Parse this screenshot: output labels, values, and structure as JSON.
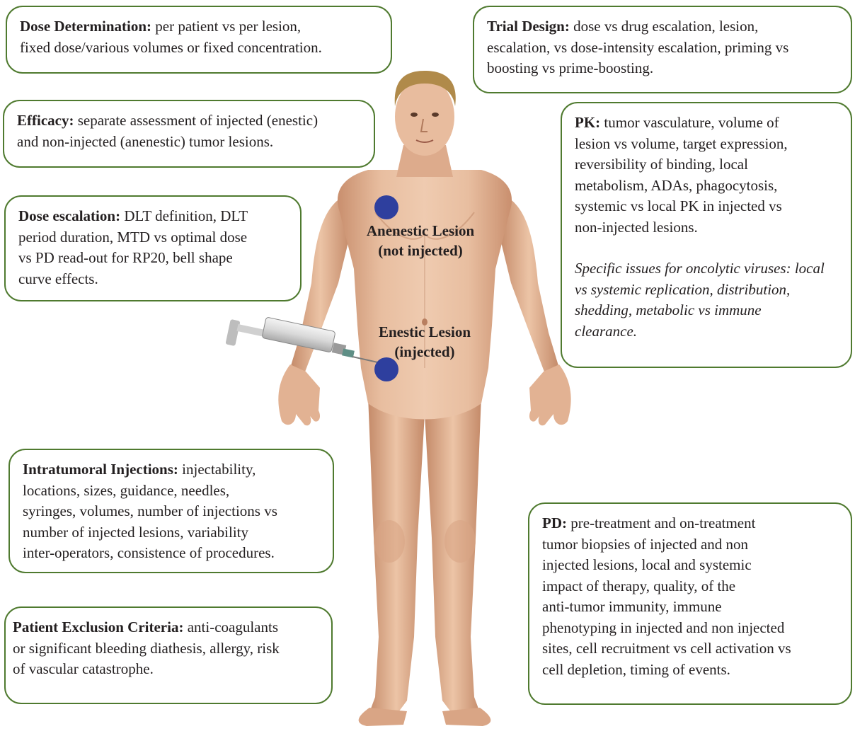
{
  "boxes": {
    "dose_determination": {
      "title": "Dose Determination:",
      "lines": [
        "per patient vs per lesion,",
        "fixed dose/various volumes or fixed concentration."
      ]
    },
    "efficacy": {
      "title": "Efficacy:",
      "lines": [
        "separate assessment of injected (enestic)",
        "and non-injected (anenestic) tumor lesions."
      ]
    },
    "dose_escalation": {
      "title": "Dose escalation:",
      "lines": [
        "DLT definition, DLT",
        "period duration, MTD vs optimal dose",
        "vs PD read-out for RP20, bell shape",
        "curve effects."
      ]
    },
    "intratumoral": {
      "title": "Intratumoral Injections:",
      "lines": [
        "injectability,",
        "locations, sizes, guidance, needles,",
        "syringes, volumes, number of injections vs",
        "number of injected lesions, variability",
        "inter-operators, consistence of procedures."
      ]
    },
    "exclusion": {
      "title": "Patient Exclusion Criteria:",
      "lines": [
        "anti-coagulants",
        "or significant bleeding diathesis, allergy, risk",
        "of vascular catastrophe."
      ]
    },
    "trial_design": {
      "title": "Trial Design:",
      "lines": [
        "dose vs drug escalation, lesion,",
        "escalation, vs dose-intensity escalation, priming vs",
        "boosting vs prime-boosting."
      ]
    },
    "pk": {
      "title": "PK:",
      "lines": [
        "tumor vasculature, volume of",
        "lesion vs volume, target expression,",
        "reversibility of binding, local",
        "metabolism, ADAs, phagocytosis,",
        "systemic vs local PK in injected vs",
        "non-injected lesions."
      ],
      "italic_lines": [
        "Specific issues for oncolytic viruses: local",
        "vs systemic replication, distribution,",
        "shedding, metabolic vs immune",
        "clearance."
      ]
    },
    "pd": {
      "title": "PD:",
      "lines": [
        "pre-treatment and on-treatment",
        "tumor biopsies of injected and non",
        "injected lesions, local and systemic",
        "impact of therapy, quality, of the",
        "anti-tumor immunity, immune",
        "phenotyping in injected and non injected",
        "sites, cell recruitment vs cell activation vs",
        "cell depletion, timing of events."
      ]
    }
  },
  "lesions": {
    "anenestic": {
      "line1": "Anenestic Lesion",
      "line2": "(not injected)"
    },
    "enestic": {
      "line1": "Enestic Lesion",
      "line2": "(injected)"
    }
  },
  "colors": {
    "box_border": "#4f7a2f",
    "lesion_dot": "#2e3f9e",
    "skin": "#e6b99a",
    "skin_shadow": "#c98f6e",
    "hair": "#b08a4a"
  },
  "icons": [
    "human-figure-illustration",
    "syringe-icon"
  ]
}
